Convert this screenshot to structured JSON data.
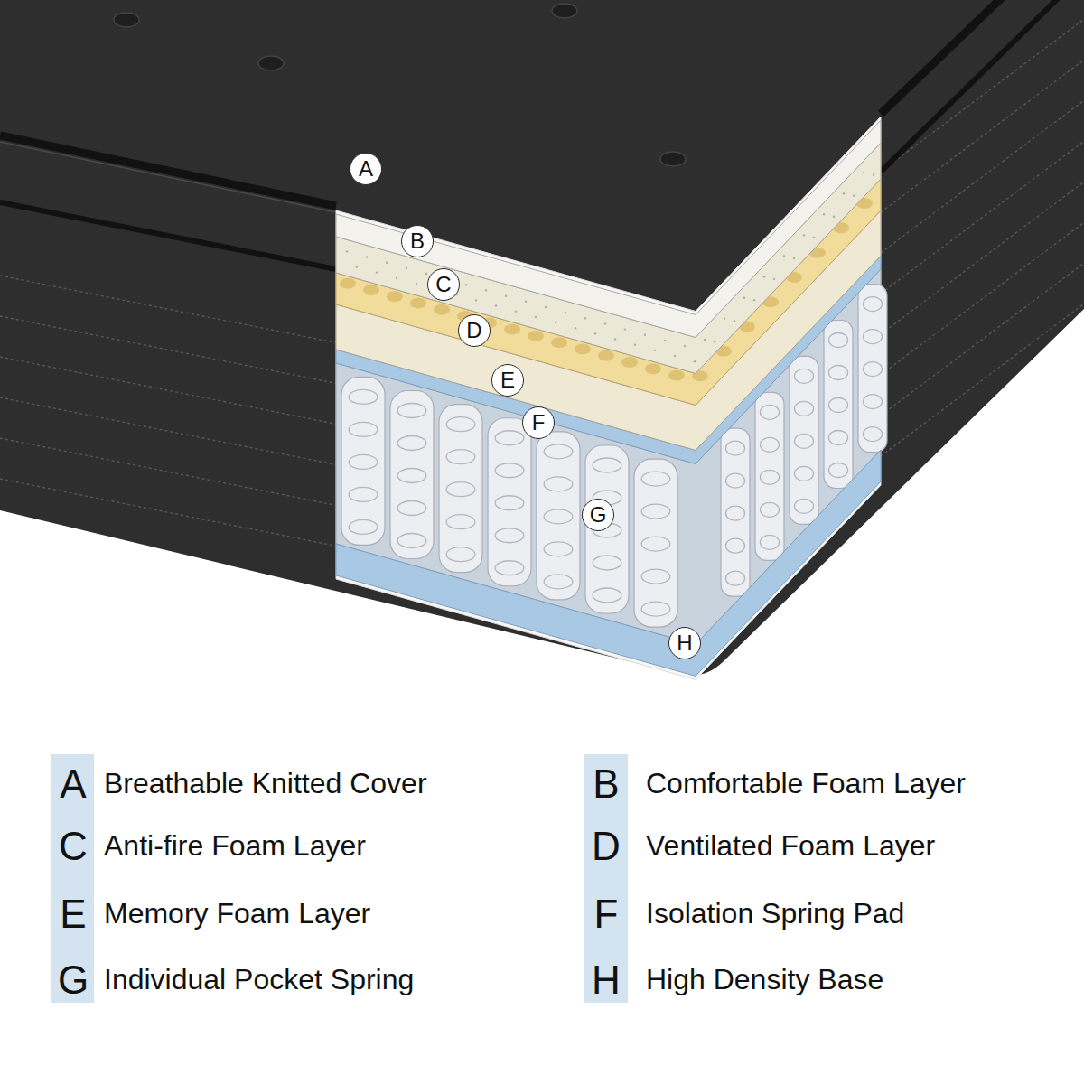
{
  "diagram": {
    "nodes": [
      {
        "text": [
          "A"
        ]
      },
      {
        "text": [
          "B"
        ]
      },
      {
        "text": [
          "C"
        ]
      },
      {
        "text": [
          "D"
        ]
      },
      {
        "text": [
          "E"
        ]
      },
      {
        "text": [
          "F"
        ]
      },
      {
        "text": [
          "G"
        ]
      },
      {
        "text": [
          "H"
        ]
      }
    ],
    "labels": [
      "A",
      "Breathable Knitted Cover",
      "B",
      "Comfortable Foam Layer",
      "C",
      "Anti-fire Foam Layer",
      "D",
      "Ventilated Foam Layer",
      "E",
      "Memory Foam Layer",
      "F",
      "Isolation Spring Pad",
      "G",
      "Individual Pocket Spring",
      "H",
      "High Density Base"
    ]
  }
}
